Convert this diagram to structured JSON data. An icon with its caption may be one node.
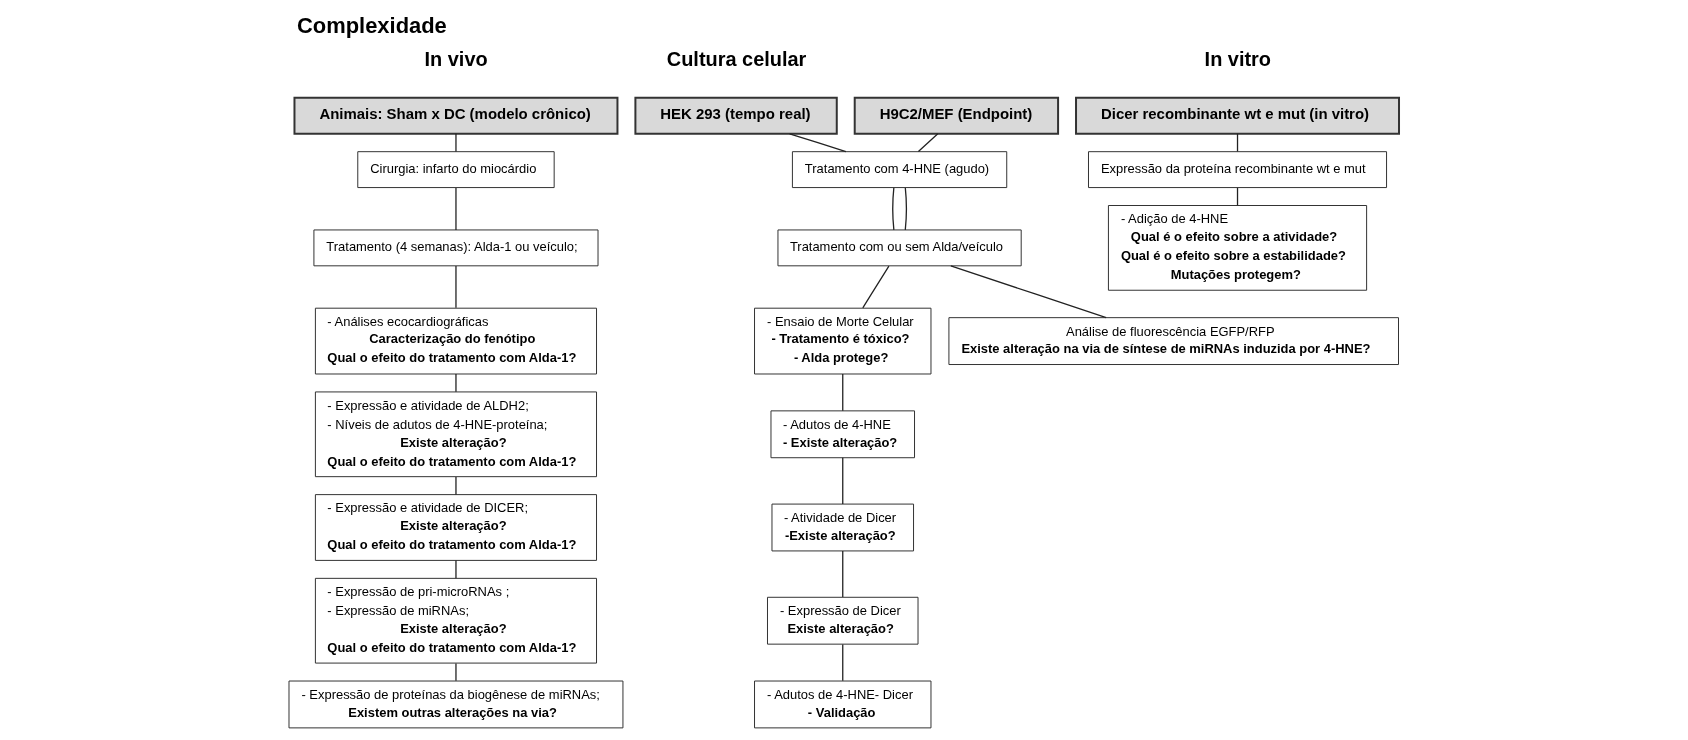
{
  "diagram": {
    "title": "Complexidade",
    "nodes": [
      {
        "text": [
          "Animais: Sham x DC (modelo crônico)"
        ]
      },
      {
        "text": [
          "HEK 293 (tempo real)"
        ]
      },
      {
        "text": [
          "H9C2/MEF (Endpoint)"
        ]
      },
      {
        "text": [
          "Dicer recombinante wt e mut (in vitro)"
        ]
      },
      {
        "text": [
          "Cirurgia: infarto do miocárdio"
        ]
      },
      {
        "text": [
          "Tratamento (4 semanas): Alda-1 ou veículo;"
        ]
      },
      {
        "text": [
          "- Análises ecocardiográficas",
          "Caracterização do fenótipo",
          "Qual o efeito do tratamento com Alda-1?"
        ]
      },
      {
        "text": [
          "- Expressão e atividade de ALDH2;",
          "- Níveis de adutos de 4-HNE-proteína;",
          "Existe alteração?",
          "Qual o efeito do tratamento com Alda-1?"
        ]
      },
      {
        "text": [
          "- Expressão e atividade de DICER;",
          "Existe alteração?",
          "Qual o efeito do tratamento com Alda-1?"
        ]
      },
      {
        "text": [
          "- Expressão de pri-microRNAs ;",
          "- Expressão de miRNAs;",
          "Existe alteração?",
          "Qual o efeito do tratamento com Alda-1?"
        ]
      },
      {
        "text": [
          "- Expressão de proteínas da biogênese de miRNAs;",
          "Existem outras alterações na via?"
        ]
      },
      {
        "text": [
          "Tratamento com 4-HNE (agudo)"
        ]
      },
      {
        "text": [
          "Tratamento com ou sem Alda/veículo"
        ]
      },
      {
        "text": [
          "Análise de fluorescência EGFP/RFP",
          "Existe alteração na via de síntese de miRNAs induzida por 4-HNE?"
        ]
      },
      {
        "text": [
          "- Ensaio de Morte Celular",
          "- Tratamento é tóxico?",
          "- Alda protege?"
        ]
      },
      {
        "text": [
          "- Adutos de 4-HNE",
          "- Existe alteração?"
        ]
      },
      {
        "text": [
          "- Atividade de Dicer",
          "-Existe alteração?"
        ]
      },
      {
        "text": [
          "- Expressão de Dicer",
          "Existe alteração?"
        ]
      },
      {
        "text": [
          "- Adutos de 4-HNE- Dicer",
          "- Validação"
        ]
      },
      {
        "text": [
          "Expressão da proteína recombinante wt e mut"
        ]
      },
      {
        "text": [
          "- Adição de 4-HNE",
          "Qual é o efeito sobre a atividade?",
          "Qual é o efeito sobre a estabilidade?",
          "Mutações protegem?"
        ]
      }
    ],
    "edges": [
      {
        "from": 0,
        "to": 4,
        "arrow": "none"
      },
      {
        "from": 4,
        "to": 5,
        "arrow": "none"
      },
      {
        "from": 5,
        "to": 6,
        "arrow": "none"
      },
      {
        "from": 6,
        "to": 7,
        "arrow": "none"
      },
      {
        "from": 7,
        "to": 8,
        "arrow": "none"
      },
      {
        "from": 8,
        "to": 9,
        "arrow": "none"
      },
      {
        "from": 9,
        "to": 10,
        "arrow": "none"
      },
      {
        "from": 1,
        "to": 11,
        "arrow": "none"
      },
      {
        "from": 2,
        "to": 11,
        "arrow": "none"
      },
      {
        "from": 11,
        "to": 12,
        "arrow": "none"
      },
      {
        "from": 11,
        "to": 12,
        "arrow": "none"
      },
      {
        "from": 12,
        "to": 13,
        "arrow": "none"
      },
      {
        "from": 12,
        "to": 14,
        "arrow": "none"
      },
      {
        "from": 14,
        "to": 15,
        "arrow": "none"
      },
      {
        "from": 15,
        "to": 16,
        "arrow": "none"
      },
      {
        "from": 16,
        "to": 17,
        "arrow": "none"
      },
      {
        "from": 17,
        "to": 18,
        "arrow": "none"
      },
      {
        "from": 3,
        "to": 19,
        "arrow": "none"
      },
      {
        "from": 19,
        "to": 20,
        "arrow": "none"
      }
    ],
    "labels": [
      "In vivo",
      "Cultura celular",
      "In vitro"
    ]
  }
}
